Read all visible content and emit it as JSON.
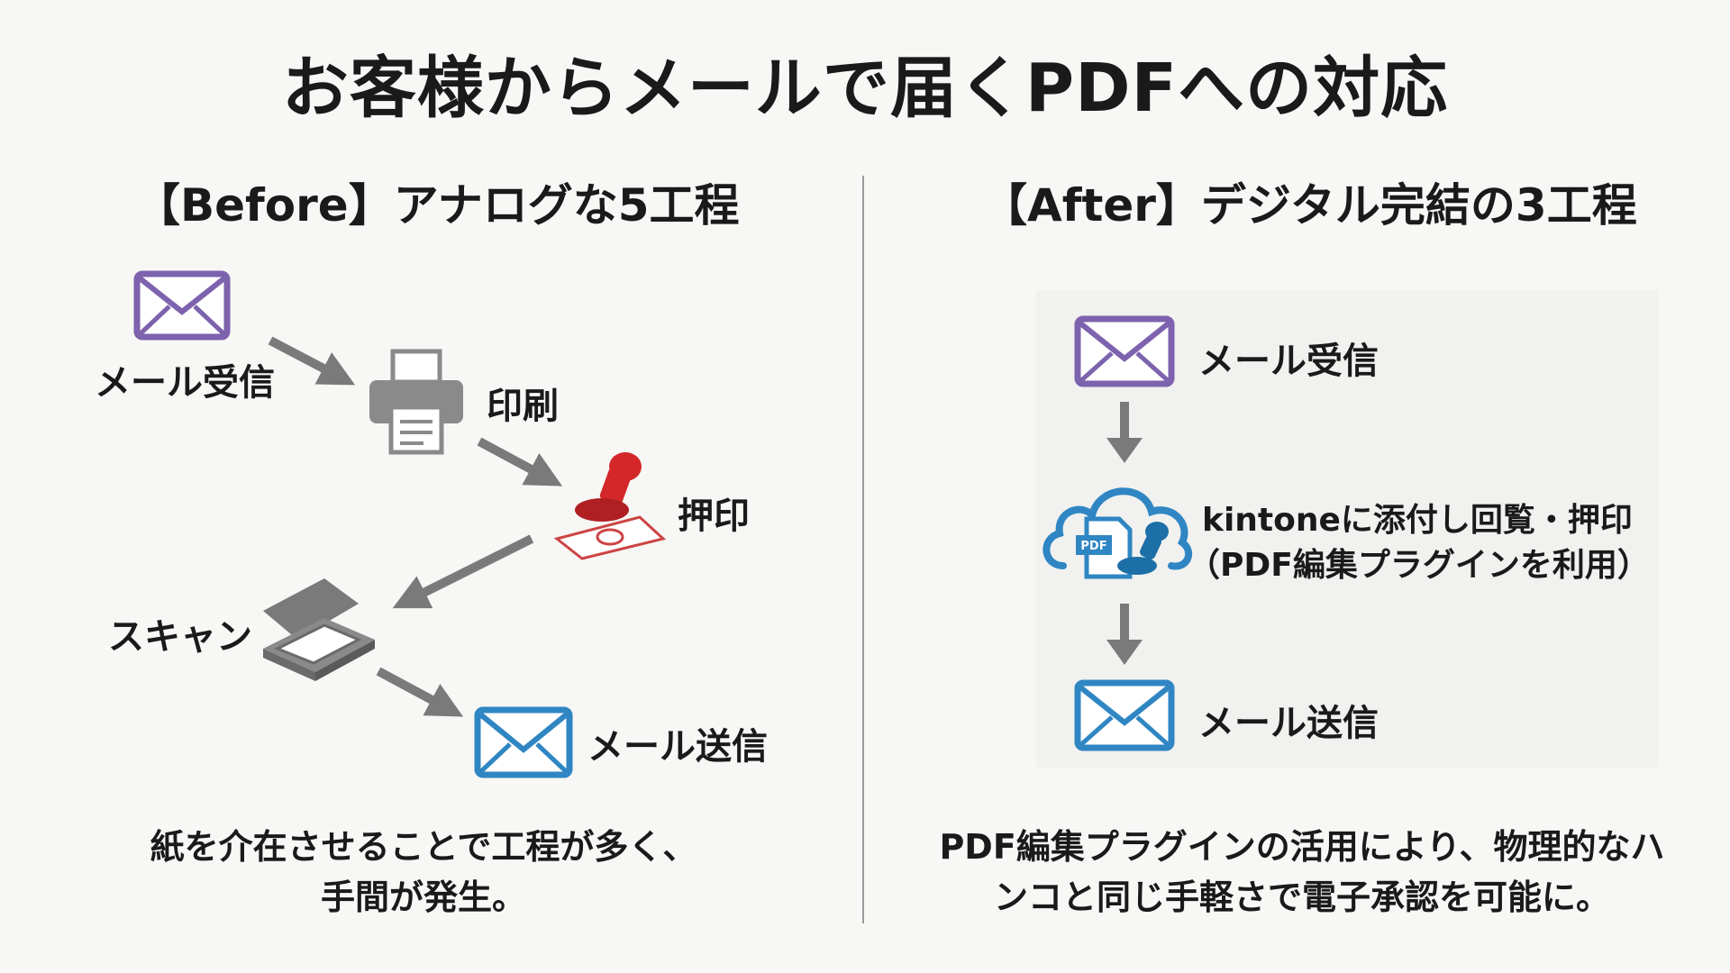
{
  "title": "お客様からメールで届くPDFへの対応",
  "before": {
    "heading": "【Before】アナログな5工程",
    "steps": {
      "mail_receive": "メール受信",
      "print": "印刷",
      "stamp": "押印",
      "scan": "スキャン",
      "mail_send": "メール送信"
    },
    "caption_line1": "紙を介在させることで工程が多く、",
    "caption_line2": "手間が発生。"
  },
  "after": {
    "heading": "【After】デジタル完結の3工程",
    "steps": {
      "mail_receive": "メール受信",
      "kintone_line1": "kintoneに添付し回覧・押印",
      "kintone_line2": "（PDF編集プラグインを利用）",
      "mail_send": "メール送信"
    },
    "pdf_badge": "PDF",
    "caption_line1": "PDF編集プラグインの活用により、物理的なハ",
    "caption_line2": "ンコと同じ手軽さで電子承認を可能に。"
  },
  "colors": {
    "purple_envelope": "#7d62ad",
    "blue_envelope": "#2f86c3",
    "arrow_gray": "#7a7a7a",
    "stamp_red": "#d3272a",
    "cloud_blue": "#2f86c3"
  }
}
